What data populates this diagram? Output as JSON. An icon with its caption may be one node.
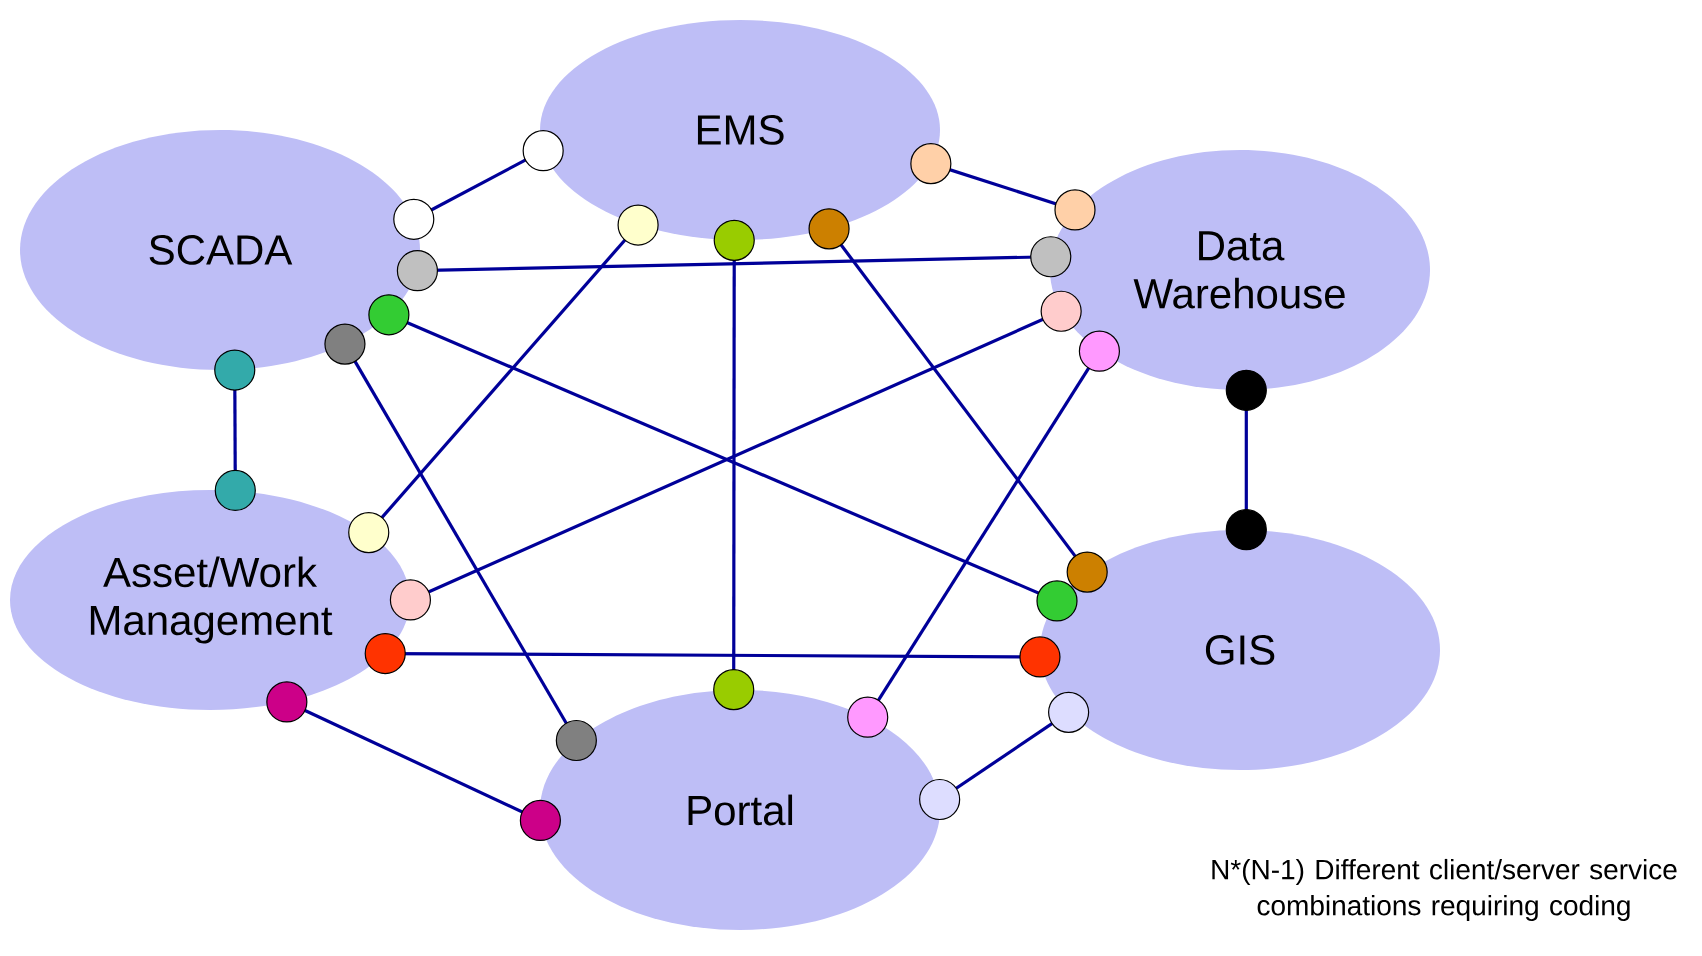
{
  "diagram": {
    "nodes": [
      {
        "text": [
          "EMS"
        ]
      },
      {
        "text": [
          "SCADA"
        ]
      },
      {
        "text": [
          "Data Warehouse"
        ]
      },
      {
        "text": [
          "Asset/Work Management"
        ]
      },
      {
        "text": [
          "GIS"
        ]
      },
      {
        "text": [
          "Portal"
        ]
      }
    ],
    "edges": [
      {
        "from": 1,
        "to": 0,
        "arrow": "other"
      },
      {
        "from": 0,
        "to": 2,
        "arrow": "other"
      },
      {
        "from": 1,
        "to": 2,
        "arrow": "other"
      },
      {
        "from": 1,
        "to": 4,
        "arrow": "other"
      },
      {
        "from": 1,
        "to": 5,
        "arrow": "other"
      },
      {
        "from": 1,
        "to": 3,
        "arrow": "other"
      },
      {
        "from": 0,
        "to": 3,
        "arrow": "other"
      },
      {
        "from": 0,
        "to": 5,
        "arrow": "other"
      },
      {
        "from": 0,
        "to": 4,
        "arrow": "other"
      },
      {
        "from": 2,
        "to": 3,
        "arrow": "other"
      },
      {
        "from": 2,
        "to": 5,
        "arrow": "other"
      },
      {
        "from": 2,
        "to": 4,
        "arrow": "other"
      },
      {
        "from": 3,
        "to": 4,
        "arrow": "other"
      },
      {
        "from": 3,
        "to": 5,
        "arrow": "other"
      },
      {
        "from": 4,
        "to": 5,
        "arrow": "other"
      }
    ],
    "labels": [
      "N*(N-1) Different client/server service combinations requiring coding"
    ]
  }
}
